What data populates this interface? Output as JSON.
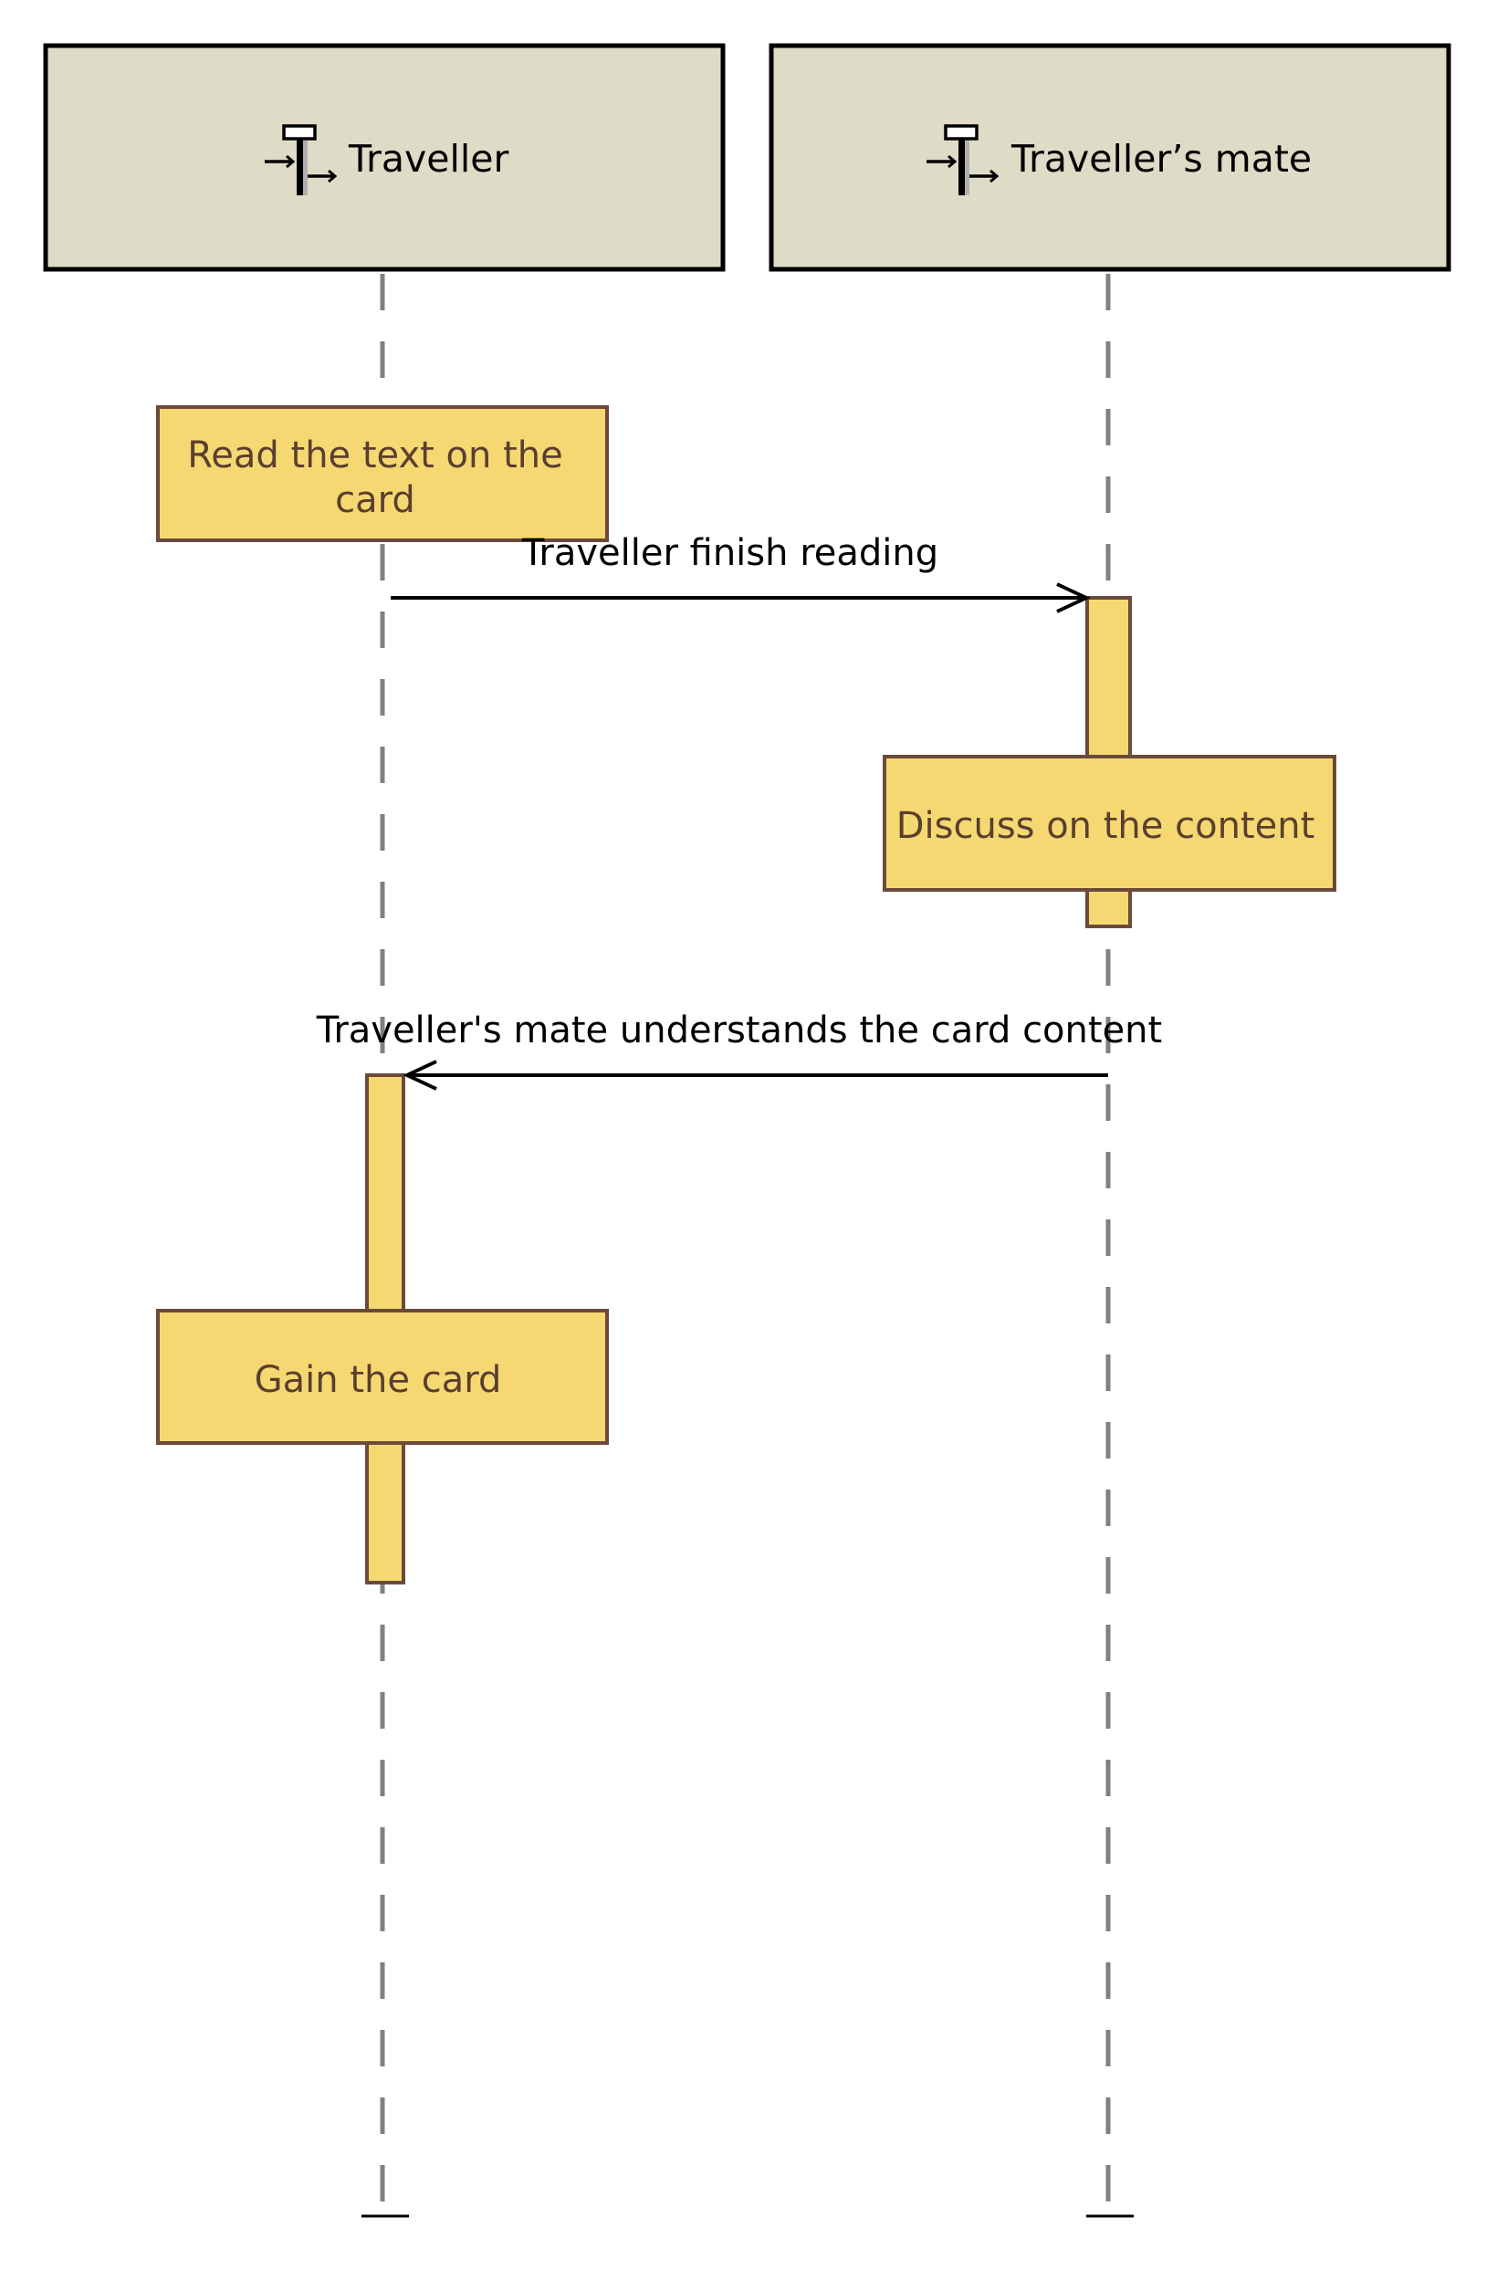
{
  "participants": [
    {
      "name": "Traveller",
      "icon": "lifeline-icon"
    },
    {
      "name": "Traveller’s mate",
      "icon": "lifeline-icon"
    }
  ],
  "messages": [
    {
      "label": "Traveller finish reading",
      "from": "Traveller",
      "to": "Traveller’s mate"
    },
    {
      "label": "Traveller's mate understands the card content",
      "from": "Traveller’s mate",
      "to": "Traveller"
    }
  ],
  "actions": [
    {
      "line1": "Read the text on the",
      "line2": "card",
      "owner": "Traveller"
    },
    {
      "line1": "Discuss on the content",
      "owner": "Traveller’s mate"
    },
    {
      "line1": "Gain the card",
      "owner": "Traveller"
    }
  ],
  "colors": {
    "header_fill": "#dedcc6",
    "box_fill": "#f6d873",
    "box_stroke": "#6b4a3a",
    "box_text": "#5a3f2e",
    "lifeline": "#808080",
    "arrow": "#000000"
  }
}
